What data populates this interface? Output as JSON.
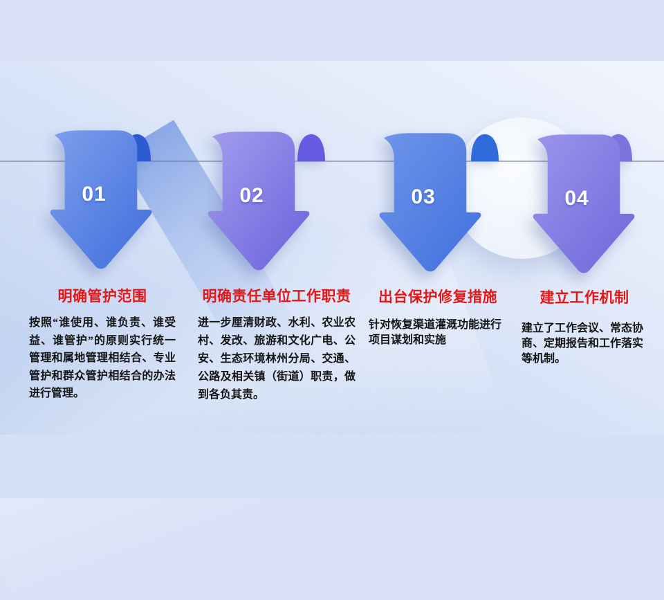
{
  "theme": {
    "band_top_color": "#d9e2f7",
    "band_bottom_color": "#d5dff5",
    "divider_color": "#67708a",
    "heading_color": "#e21818",
    "body_color": "#141414",
    "number_color": "#ffffff",
    "circle_color": "#f0f4fc",
    "streak_color": "#7c9ee4"
  },
  "steps": [
    {
      "number": "01",
      "heading": "明确管护范围",
      "body": "按照“谁使用、谁负责、谁受益、谁管护”的原则实行统一管理和属地管理相结合、专业管护和群众管护相结合的办法进行管理。",
      "arrow_from": "#7e9eec",
      "arrow_to": "#3e6edc",
      "dome_color": "#2c5cd2"
    },
    {
      "number": "02",
      "heading": "明确责任单位工作职责",
      "body": "进一步厘清财政、水利、农业农村、发改、旅游和文化广电、公安、生态环境林州分局、交通、公路及相关镇（街道）职责，做到各负其责。",
      "arrow_from": "#a39dee",
      "arrow_to": "#6a61db",
      "dome_color": "#655ce1"
    },
    {
      "number": "03",
      "heading": "出台保护修复措施",
      "body": "针对恢复渠道灌溉功能进行项目谋划和实施",
      "arrow_from": "#6e95e9",
      "arrow_to": "#4070de",
      "dome_color": "#2f6bda"
    },
    {
      "number": "04",
      "heading": "建立工作机制",
      "body": "建立了工作会议、常态协商、定期报告和工作落实等机制。",
      "arrow_from": "#9b95ec",
      "arrow_to": "#6f66da",
      "dome_color": "#7d75df"
    }
  ]
}
